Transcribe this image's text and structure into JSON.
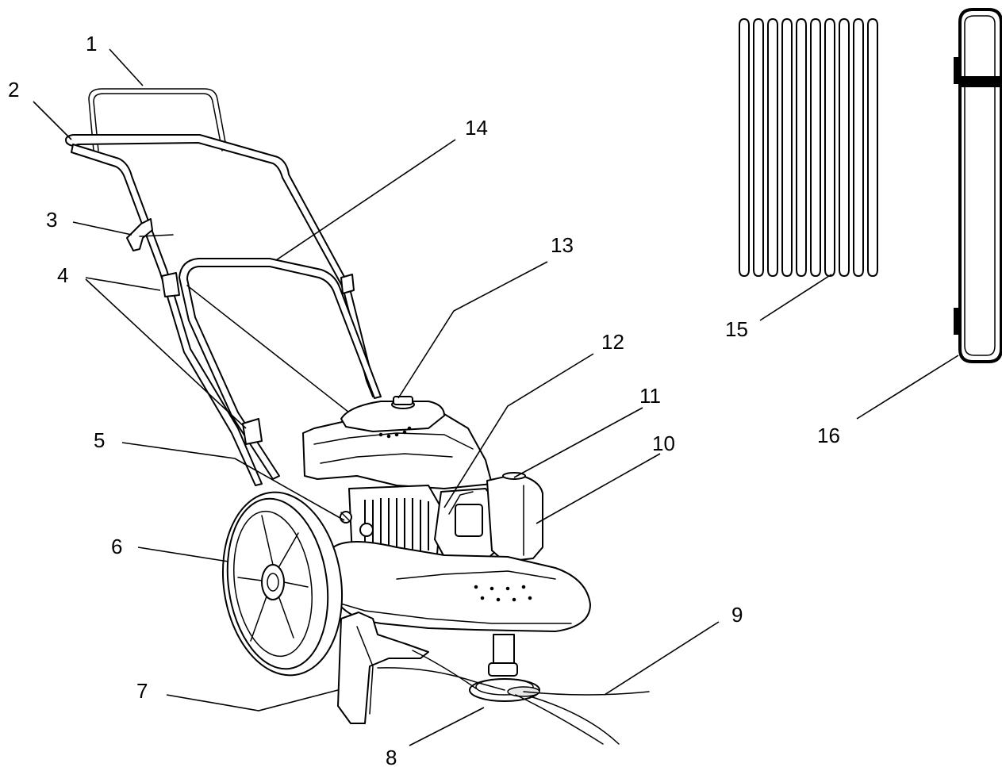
{
  "callouts": [
    {
      "id": "1",
      "label": "1"
    },
    {
      "id": "2",
      "label": "2"
    },
    {
      "id": "3",
      "label": "3"
    },
    {
      "id": "4",
      "label": "4"
    },
    {
      "id": "5",
      "label": "5"
    },
    {
      "id": "6",
      "label": "6"
    },
    {
      "id": "7",
      "label": "7"
    },
    {
      "id": "8",
      "label": "8"
    },
    {
      "id": "9",
      "label": "9"
    },
    {
      "id": "10",
      "label": "10"
    },
    {
      "id": "11",
      "label": "11"
    },
    {
      "id": "12",
      "label": "12"
    },
    {
      "id": "13",
      "label": "13"
    },
    {
      "id": "14",
      "label": "14"
    },
    {
      "id": "15",
      "label": "15"
    },
    {
      "id": "16",
      "label": "16"
    }
  ],
  "colors": {
    "line": "#000000",
    "background": "#ffffff",
    "shade": "#e8e8e8"
  }
}
